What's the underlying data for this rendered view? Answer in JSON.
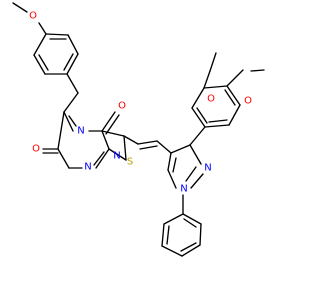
{
  "molecule": {
    "atoms": [
      {
        "id": "O_methoxy_top",
        "label": "O",
        "color": "#ff0000"
      },
      {
        "id": "N_triazine_top",
        "label": "N",
        "color": "#0000ff"
      },
      {
        "id": "O_carbonyl_right",
        "label": "O",
        "color": "#ff0000"
      },
      {
        "id": "N_bridge",
        "label": "N",
        "color": "#0000ff"
      },
      {
        "id": "O_meta_methoxy",
        "label": "O",
        "color": "#ff0000"
      },
      {
        "id": "O_para_methoxy",
        "label": "O",
        "color": "#ff0000"
      },
      {
        "id": "O_carbonyl_left",
        "label": "O",
        "color": "#ff0000"
      },
      {
        "id": "N_triazine_bottom",
        "label": "N",
        "color": "#0000ff"
      },
      {
        "id": "S_thiazole",
        "label": "S",
        "color": "#b8a000"
      },
      {
        "id": "N_pyrazole_2",
        "label": "N",
        "color": "#0000ff"
      },
      {
        "id": "N_pyrazole_1",
        "label": "N",
        "color": "#0000ff"
      }
    ]
  }
}
